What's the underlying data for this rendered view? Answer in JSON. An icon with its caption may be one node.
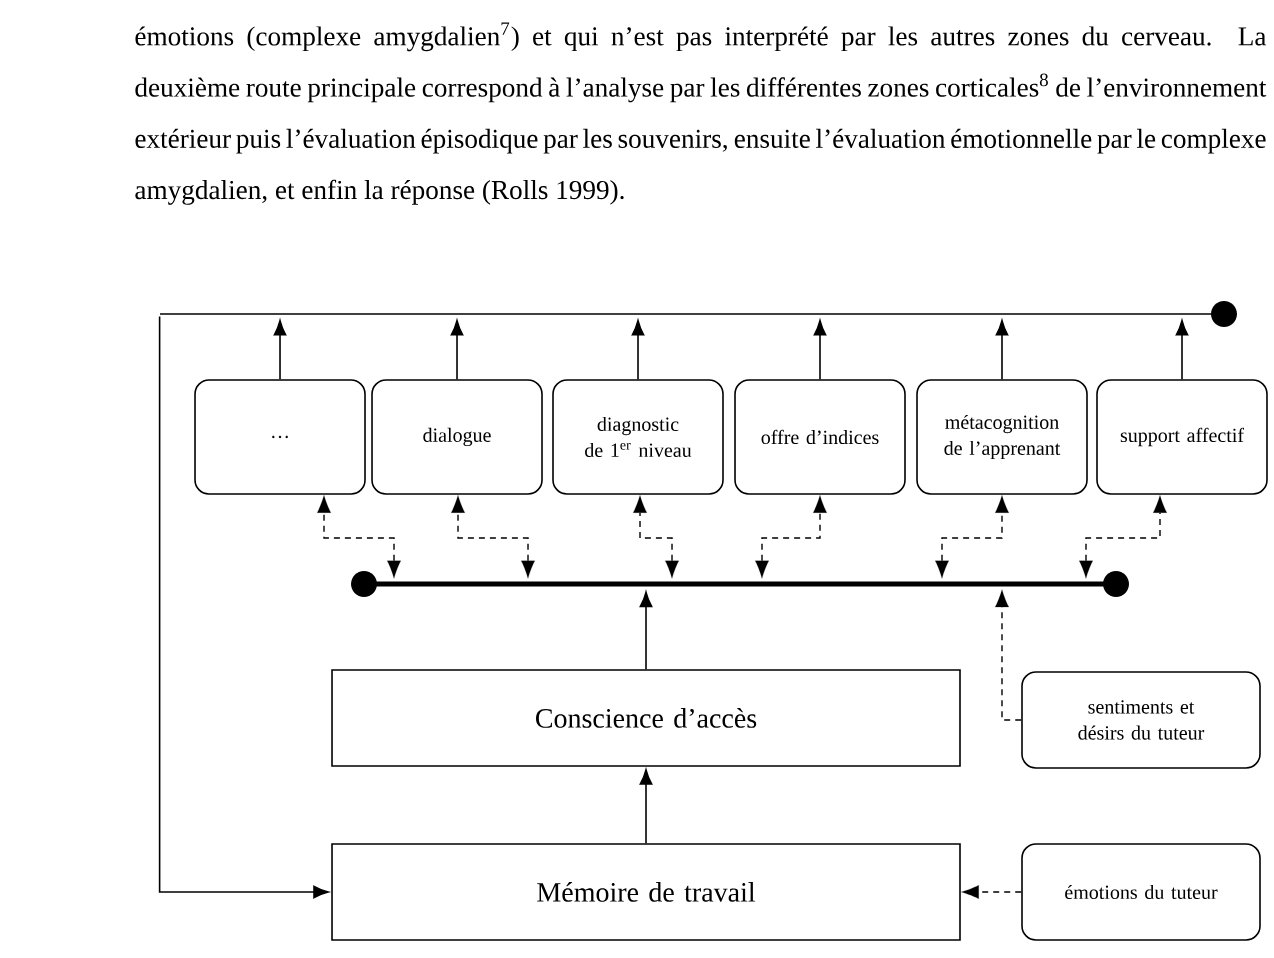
{
  "diagram": {
    "nodes": [
      {
        "text": [],
        "shape": "bar"
      },
      {
        "text": [],
        "shape": "bar"
      },
      {
        "text": [
          "…"
        ]
      },
      {
        "text": [
          "dialogue"
        ]
      },
      {
        "text": [
          "diagnostic de 1$^{er}$ niveau"
        ]
      },
      {
        "text": [
          "offre d’indices"
        ]
      },
      {
        "text": [
          "métacognition de l’apprenant"
        ]
      },
      {
        "text": [
          "support affectif"
        ]
      },
      {
        "text": [
          "Conscience d’accès"
        ]
      },
      {
        "text": [
          "Mémoire de travail"
        ]
      },
      {
        "text": [
          "sentiments et désirs du tuteur"
        ]
      },
      {
        "text": [
          "émotions du tuteur"
        ]
      }
    ],
    "edges": [
      {
        "from": 2,
        "to": 0,
        "arrow": "to"
      },
      {
        "from": 3,
        "to": 0,
        "arrow": "to"
      },
      {
        "from": 4,
        "to": 0,
        "arrow": "to"
      },
      {
        "from": 5,
        "to": 0,
        "arrow": "to"
      },
      {
        "from": 6,
        "to": 0,
        "arrow": "to"
      },
      {
        "from": 7,
        "to": 0,
        "arrow": "to"
      },
      {
        "from": 1,
        "to": 2,
        "arrow": "both",
        "style": "dashed"
      },
      {
        "from": 1,
        "to": 3,
        "arrow": "both",
        "style": "dashed"
      },
      {
        "from": 1,
        "to": 4,
        "arrow": "both",
        "style": "dashed"
      },
      {
        "from": 1,
        "to": 5,
        "arrow": "both",
        "style": "dashed"
      },
      {
        "from": 1,
        "to": 6,
        "arrow": "both",
        "style": "dashed"
      },
      {
        "from": 1,
        "to": 7,
        "arrow": "both",
        "style": "dashed"
      },
      {
        "from": 8,
        "to": 1,
        "arrow": "to"
      },
      {
        "from": 9,
        "to": 8,
        "arrow": "to"
      },
      {
        "from": 0,
        "to": 9,
        "arrow": "to"
      },
      {
        "from": 10,
        "to": 1,
        "arrow": "to",
        "style": "dashed"
      },
      {
        "from": 11,
        "to": 9,
        "arrow": "to",
        "style": "dashed"
      }
    ],
    "labels": [
      "émotions (complexe amygdalien$^{7}$) et qui n’est pas interprété par les autres zones du cerveau. La deuxième route principale correspond à l’analyse par les différentes zones corticales$^{8}$ de l’environnement extérieur puis l’évaluation épisodique par les souvenirs, ensuite l’évaluation émotionnelle par le complexe amygdalien, et enfin la réponse (Rolls 1999)."
    ]
  }
}
